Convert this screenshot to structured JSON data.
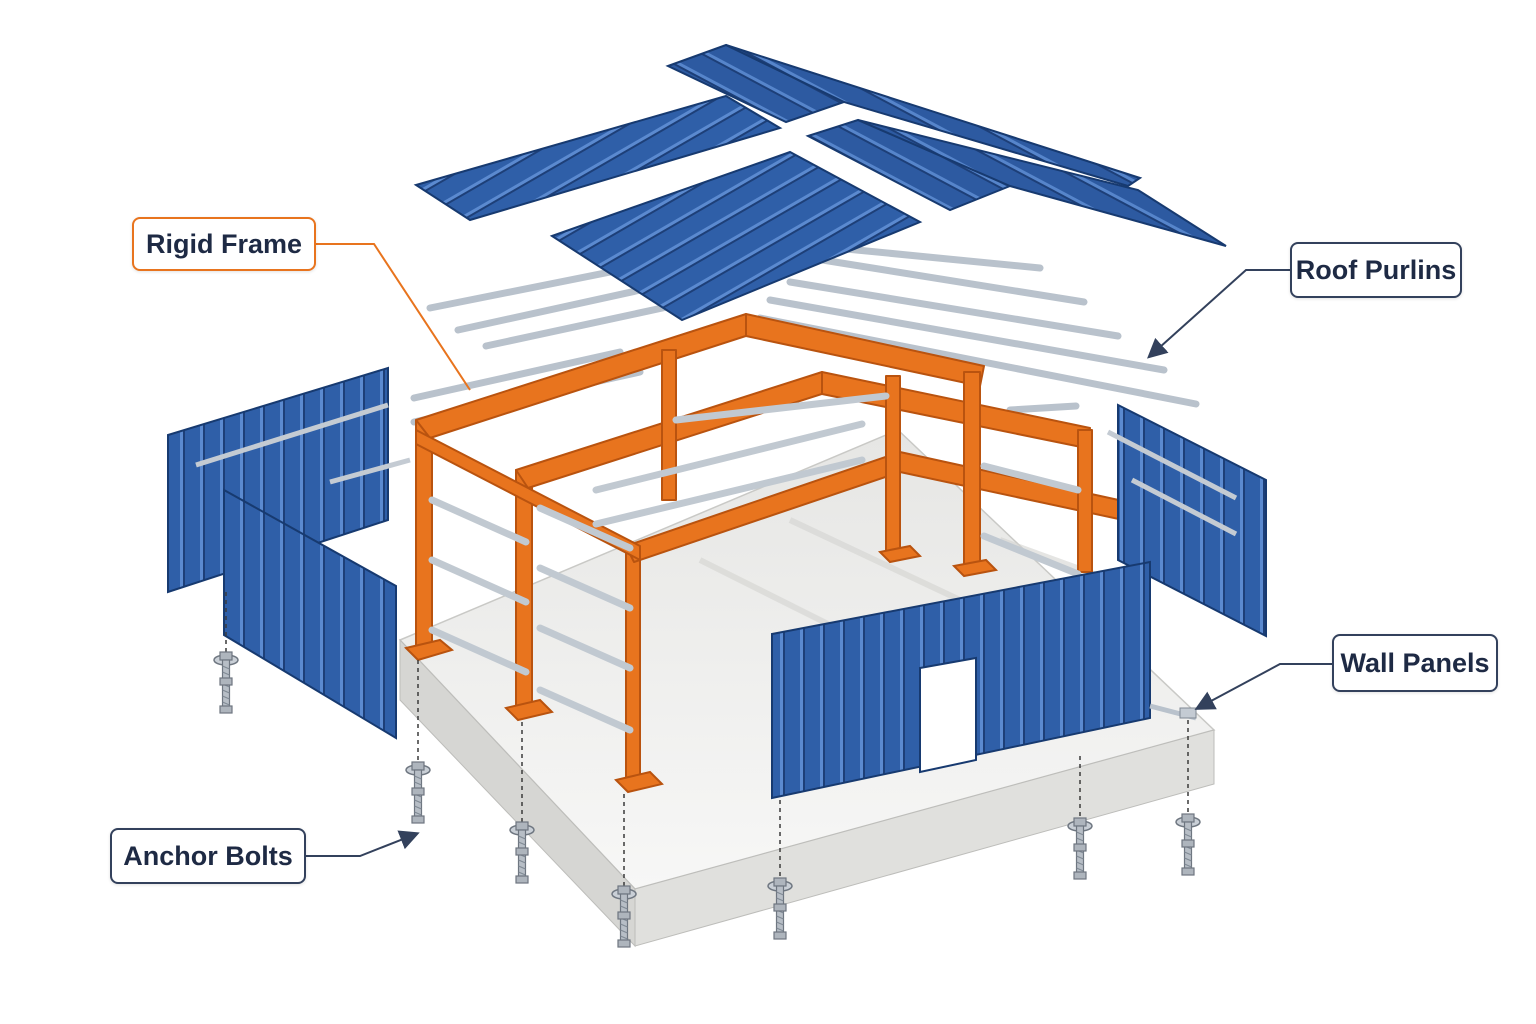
{
  "callouts": {
    "rigid_frame": "Rigid Frame",
    "roof_purlins": "Roof Purlins",
    "wall_panels": "Wall Panels",
    "anchor_bolts": "Anchor Bolts"
  },
  "colors": {
    "frame": "#e8741e",
    "frame_dark": "#b9530f",
    "panel": "#2f5fa8",
    "panel_dark": "#1f4585",
    "panel_light": "#4f80c6",
    "purlin": "#b9c2cc",
    "slab_top": "#f2f2f0",
    "slab_side": "#d9d9d6",
    "callout_border": "#33415c",
    "callout_accent": "#e8741e"
  },
  "icons": [
    "anchor-bolt-icon",
    "leader-arrow-icon"
  ]
}
